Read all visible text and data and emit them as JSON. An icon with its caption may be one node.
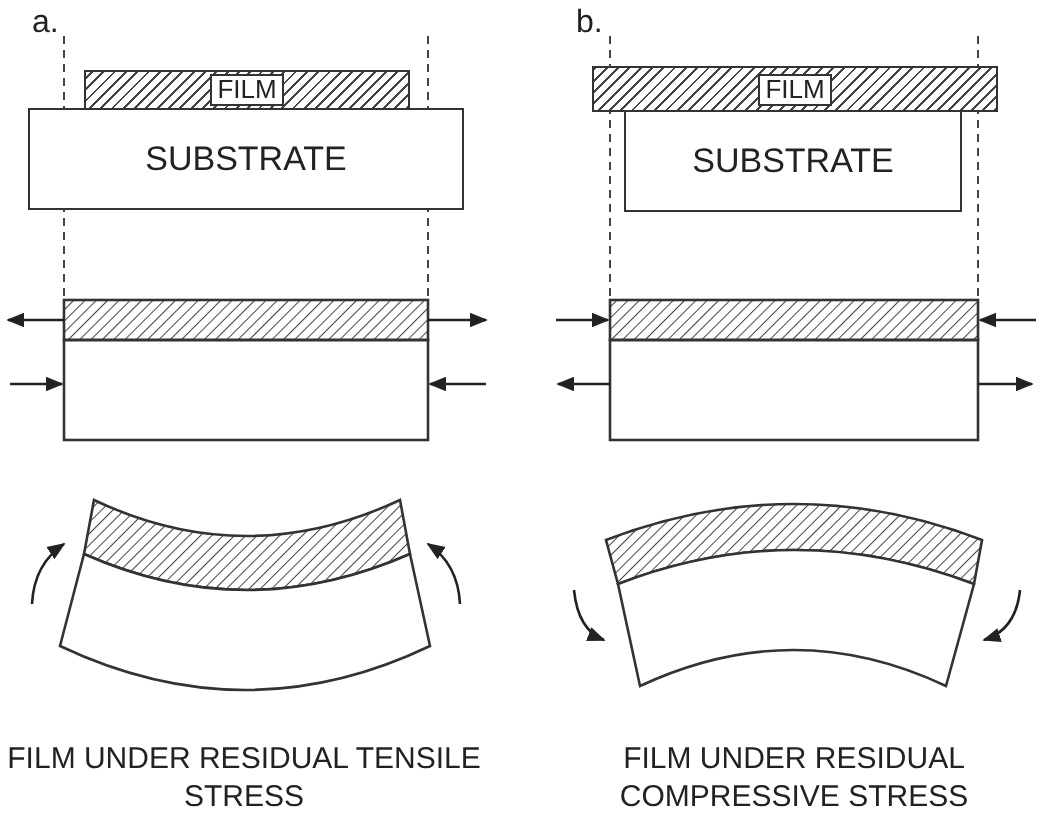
{
  "diagram": {
    "nodes": [
      {
        "text": [
          "FILM"
        ]
      },
      {
        "text": [
          "SUBSTRATE"
        ]
      },
      {
        "text": [
          "FILM"
        ]
      },
      {
        "text": [
          "SUBSTRATE"
        ]
      }
    ],
    "labels": [
      "a.",
      "b.",
      "FILM UNDER RESIDUAL TENSILE STRESS",
      "FILM UNDER RESIDUAL COMPRESSIVE STRESS"
    ]
  }
}
